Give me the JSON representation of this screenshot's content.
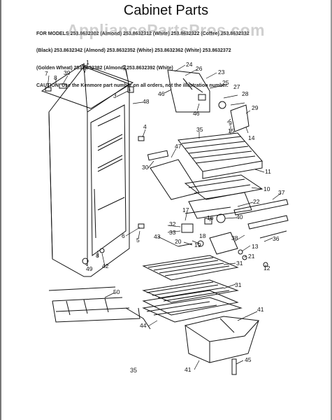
{
  "title": "Cabinet Parts",
  "header_lines": [
    "FOR MODELS 253.8632302 (Almond) 253.8632312 (White) 253.8632322 (Coffee) 253.8632332",
    "(Black) 253.8632342 (Almond) 253.8632352 (White) 253.8632362 (White) 253.8632372",
    "(Golden Wheat) 253.8632382 (Almond) 253.8632392 (White)",
    "CAUTION: Use the Kenmore part number on all orders, not the illustration number."
  ],
  "watermark": "AppliancePartsPros.com",
  "page_number": "35",
  "callouts": [
    {
      "label": "7"
    },
    {
      "label": "8"
    },
    {
      "label": "39"
    },
    {
      "label": "1"
    },
    {
      "label": "2"
    },
    {
      "label": "3"
    },
    {
      "label": "48"
    },
    {
      "label": "24"
    },
    {
      "label": "26"
    },
    {
      "label": "23"
    },
    {
      "label": "46"
    },
    {
      "label": "25"
    },
    {
      "label": "27"
    },
    {
      "label": "28"
    },
    {
      "label": "46"
    },
    {
      "label": "29"
    },
    {
      "label": "35"
    },
    {
      "label": "15"
    },
    {
      "label": "14"
    },
    {
      "label": "9"
    },
    {
      "label": "4"
    },
    {
      "label": "47"
    },
    {
      "label": "11"
    },
    {
      "label": "30"
    },
    {
      "label": "10"
    },
    {
      "label": "37"
    },
    {
      "label": "22"
    },
    {
      "label": "17"
    },
    {
      "label": "16"
    },
    {
      "label": "40"
    },
    {
      "label": "32"
    },
    {
      "label": "33"
    },
    {
      "label": "6"
    },
    {
      "label": "5"
    },
    {
      "label": "43"
    },
    {
      "label": "18"
    },
    {
      "label": "19"
    },
    {
      "label": "20"
    },
    {
      "label": "38"
    },
    {
      "label": "36"
    },
    {
      "label": "13"
    },
    {
      "label": "21"
    },
    {
      "label": "12"
    },
    {
      "label": "8"
    },
    {
      "label": "49"
    },
    {
      "label": "42"
    },
    {
      "label": "31"
    },
    {
      "label": "50"
    },
    {
      "label": "31"
    },
    {
      "label": "41"
    },
    {
      "label": "44"
    },
    {
      "label": "45"
    },
    {
      "label": "41"
    }
  ]
}
